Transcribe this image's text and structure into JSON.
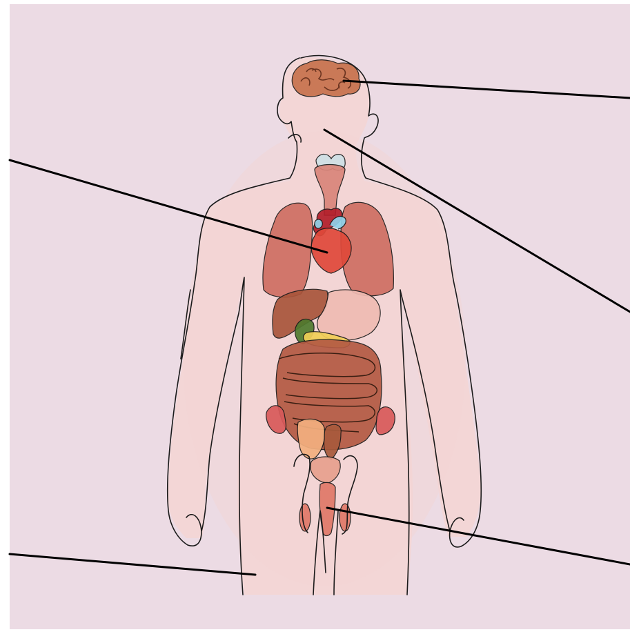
{
  "diagram": {
    "subject": "human anatomy",
    "style": "single-line drawing with watercolor organs",
    "background_color": "#ecdbe4",
    "body_fill_color": "#f3d6d6",
    "outline_color": "#1a1a1a",
    "leader_line_color": "#000000",
    "organs": [
      {
        "name": "brain",
        "color": "#c7724d"
      },
      {
        "name": "thyroid",
        "color": "#cfe0e6"
      },
      {
        "name": "trachea",
        "color": "#d9857a"
      },
      {
        "name": "heart",
        "color": "#e0493a"
      },
      {
        "name": "aorta",
        "color": "#b21e2a"
      },
      {
        "name": "pulmonary-vessels",
        "color": "#8fd3ea"
      },
      {
        "name": "left-lung",
        "color": "#cf6f63"
      },
      {
        "name": "right-lung",
        "color": "#cf6f63"
      },
      {
        "name": "liver",
        "color": "#a9553b"
      },
      {
        "name": "stomach",
        "color": "#efbcb3"
      },
      {
        "name": "gallbladder",
        "color": "#4f7a2e"
      },
      {
        "name": "pancreas",
        "color": "#f1cf57"
      },
      {
        "name": "small-intestine",
        "color": "#b45a43"
      },
      {
        "name": "left-kidney",
        "color": "#d85a5a"
      },
      {
        "name": "right-kidney",
        "color": "#d85a5a"
      },
      {
        "name": "bladder",
        "color": "#f3b07f"
      },
      {
        "name": "rectum",
        "color": "#a85a3c"
      },
      {
        "name": "prostate",
        "color": "#e8a08e"
      },
      {
        "name": "reproductive",
        "color": "#e07868"
      }
    ],
    "callouts": [
      {
        "id": "brain",
        "label": ""
      },
      {
        "id": "heart",
        "label": ""
      },
      {
        "id": "neck",
        "label": ""
      },
      {
        "id": "reproductive",
        "label": ""
      },
      {
        "id": "thigh",
        "label": ""
      }
    ]
  }
}
